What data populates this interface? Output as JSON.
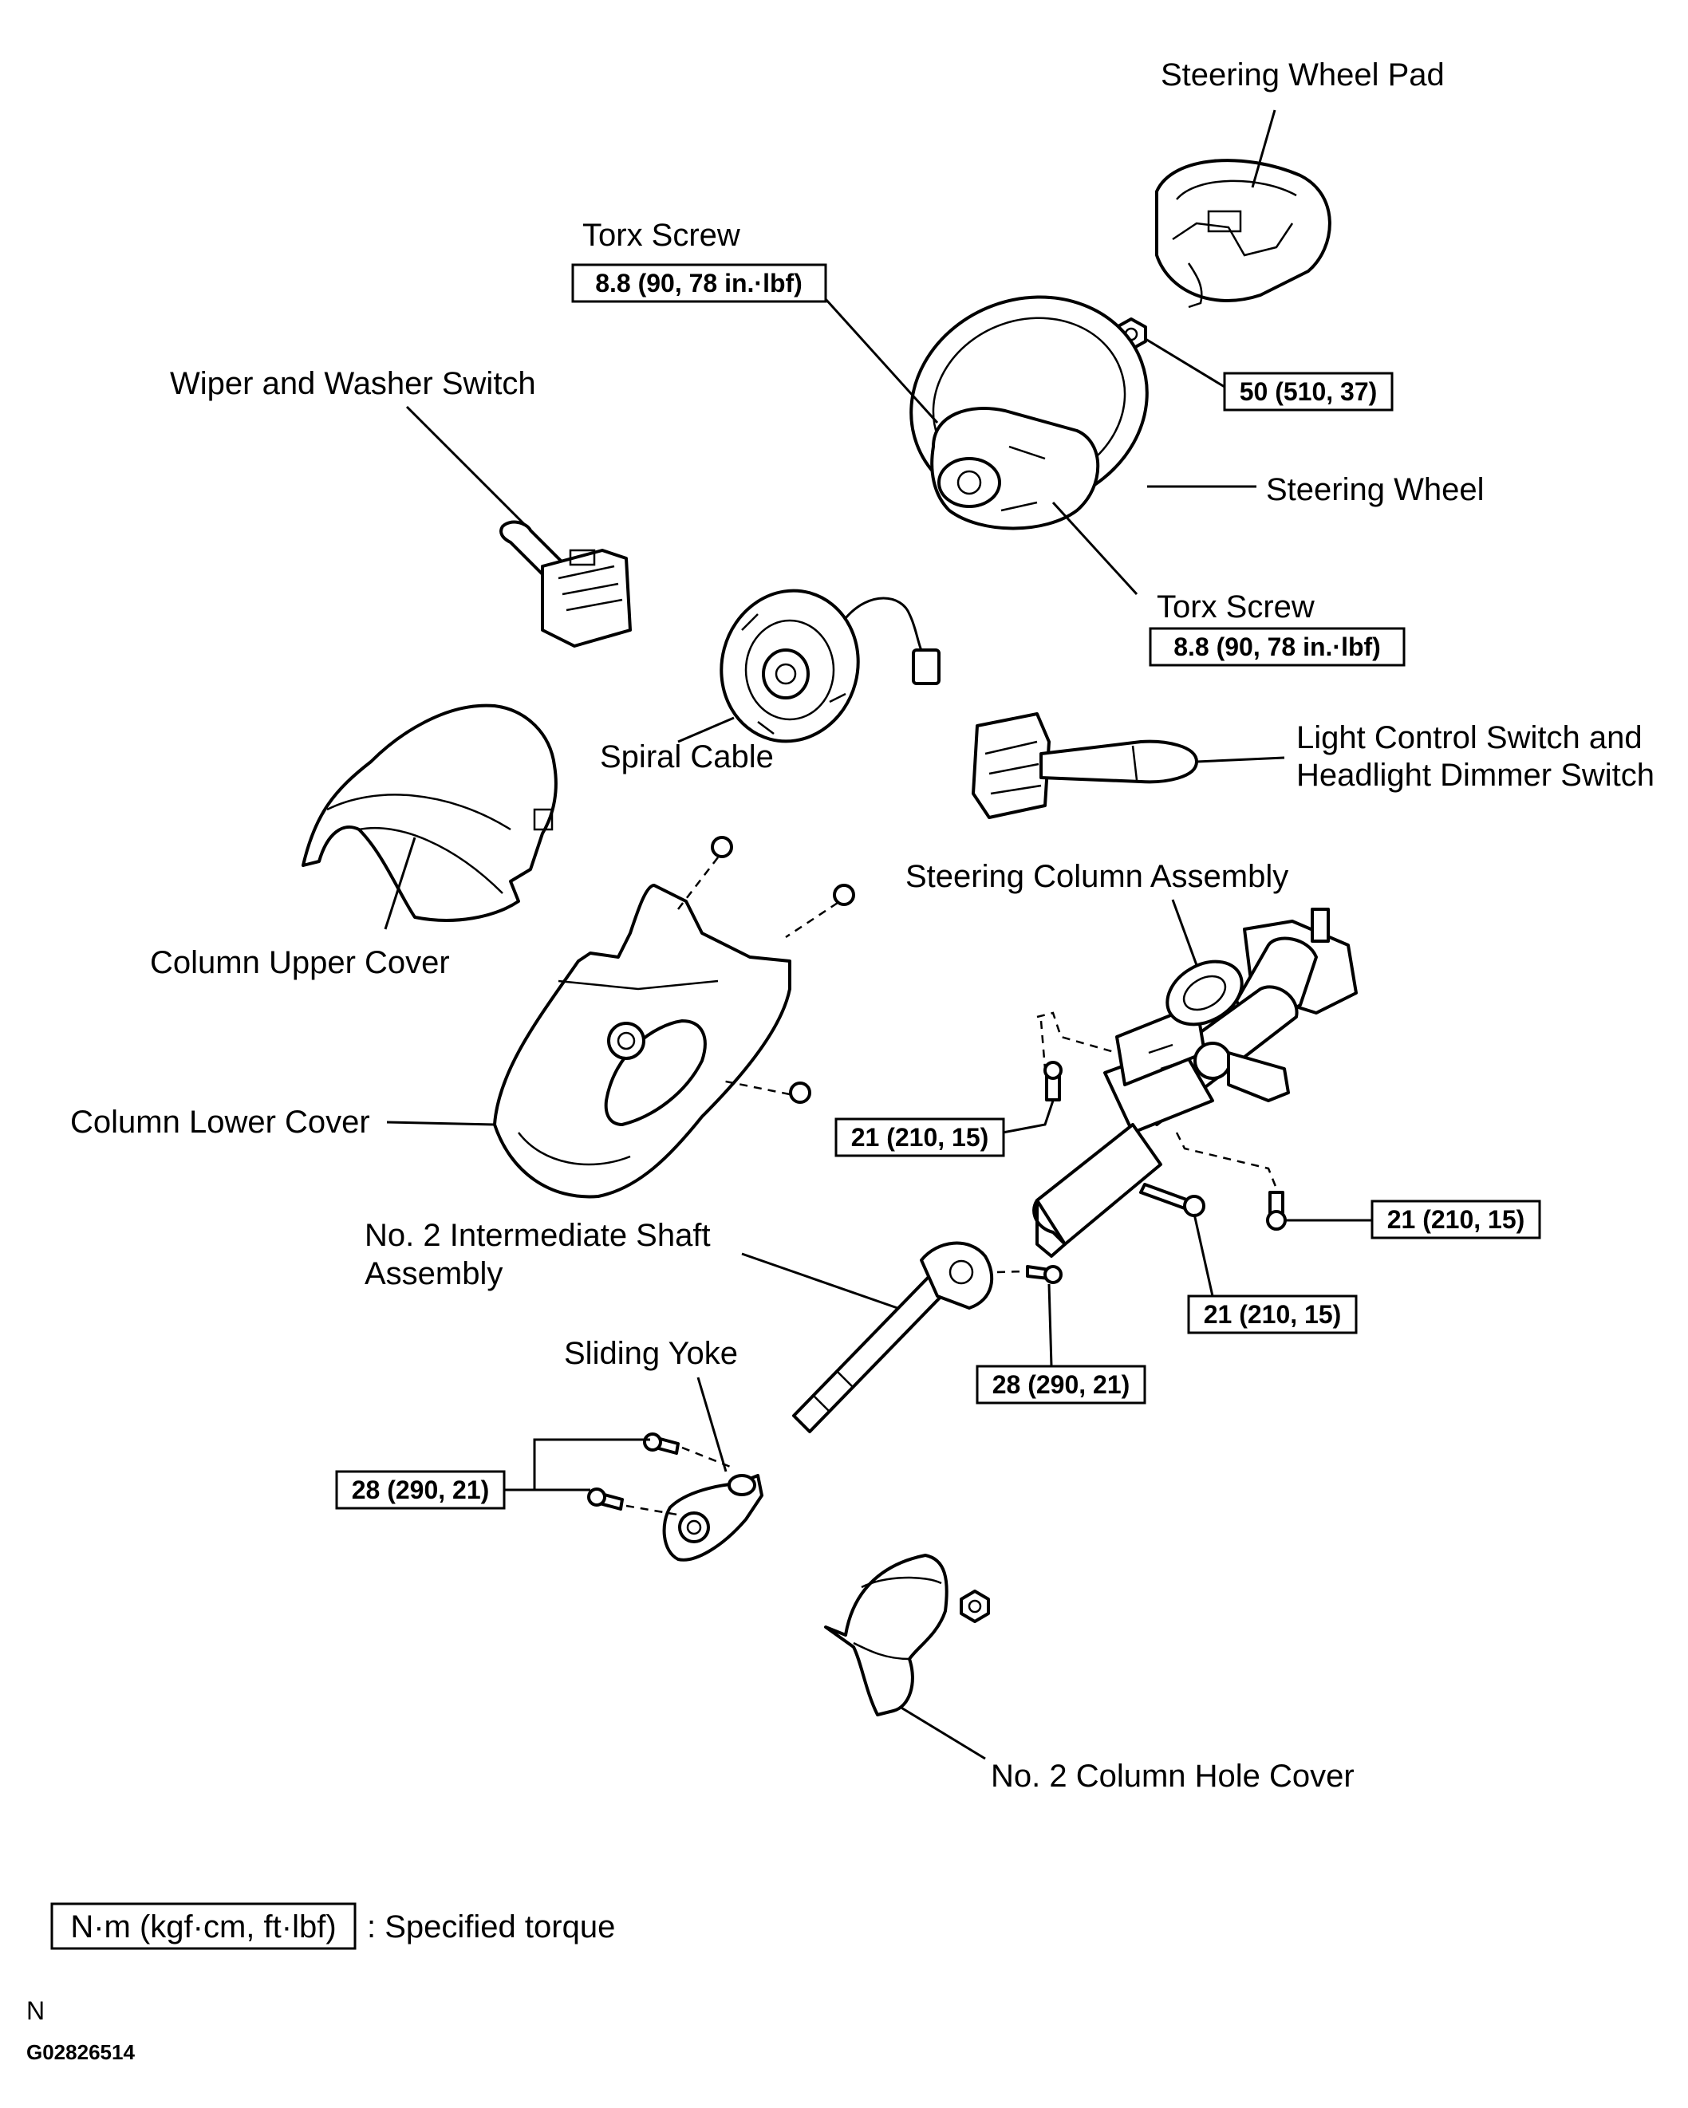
{
  "labels": {
    "steering_wheel_pad": "Steering Wheel Pad",
    "torx_screw_upper": "Torx Screw",
    "wiper_washer_switch": "Wiper and Washer Switch",
    "steering_wheel": "Steering Wheel",
    "torx_screw_lower": "Torx Screw",
    "spiral_cable": "Spiral Cable",
    "light_control_line1": "Light Control Switch and",
    "light_control_line2": "Headlight Dimmer Switch",
    "column_upper_cover": "Column Upper Cover",
    "steering_column_assembly": "Steering Column Assembly",
    "column_lower_cover": "Column Lower Cover",
    "intermediate_shaft_line1": "No. 2 Intermediate Shaft",
    "intermediate_shaft_line2": "Assembly",
    "sliding_yoke": "Sliding Yoke",
    "column_hole_cover": "No. 2 Column Hole Cover"
  },
  "torques": {
    "torx_upper": "8.8 (90, 78 in.·lbf)",
    "wheel_nut": "50 (510, 37)",
    "torx_lower": "8.8 (90, 78 in.·lbf)",
    "column_left": "21 (210, 15)",
    "column_right": "21 (210, 15)",
    "column_bottom": "21 (210, 15)",
    "shaft_bolt": "28 (290, 21)",
    "yoke_bolts": "28 (290, 21)"
  },
  "legend": {
    "unit_box": "N·m (kgf·cm, ft·lbf)",
    "description": ": Specified torque"
  },
  "footer": {
    "code_letter": "N",
    "figure_id": "G02826514"
  }
}
